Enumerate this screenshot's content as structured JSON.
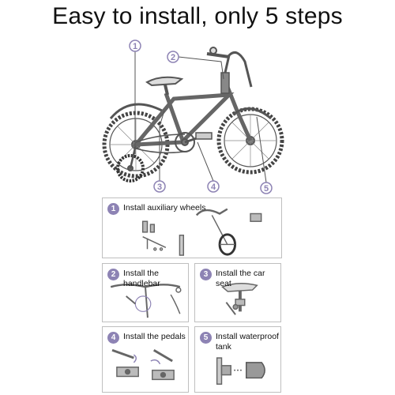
{
  "title": "Easy to install, only 5 steps",
  "callouts": [
    "1",
    "2",
    "3",
    "4",
    "5"
  ],
  "steps": [
    {
      "number": "1",
      "label": "Install auxiliary wheels"
    },
    {
      "number": "2",
      "label": "Install the handlebar"
    },
    {
      "number": "3",
      "label": "Install the car seat"
    },
    {
      "number": "4",
      "label": "Install the pedals"
    },
    {
      "number": "5",
      "label": "Install waterproof tank"
    }
  ],
  "colors": {
    "callout": "#8d83b4",
    "line": "#555555",
    "frame": "#bfbfbf"
  }
}
